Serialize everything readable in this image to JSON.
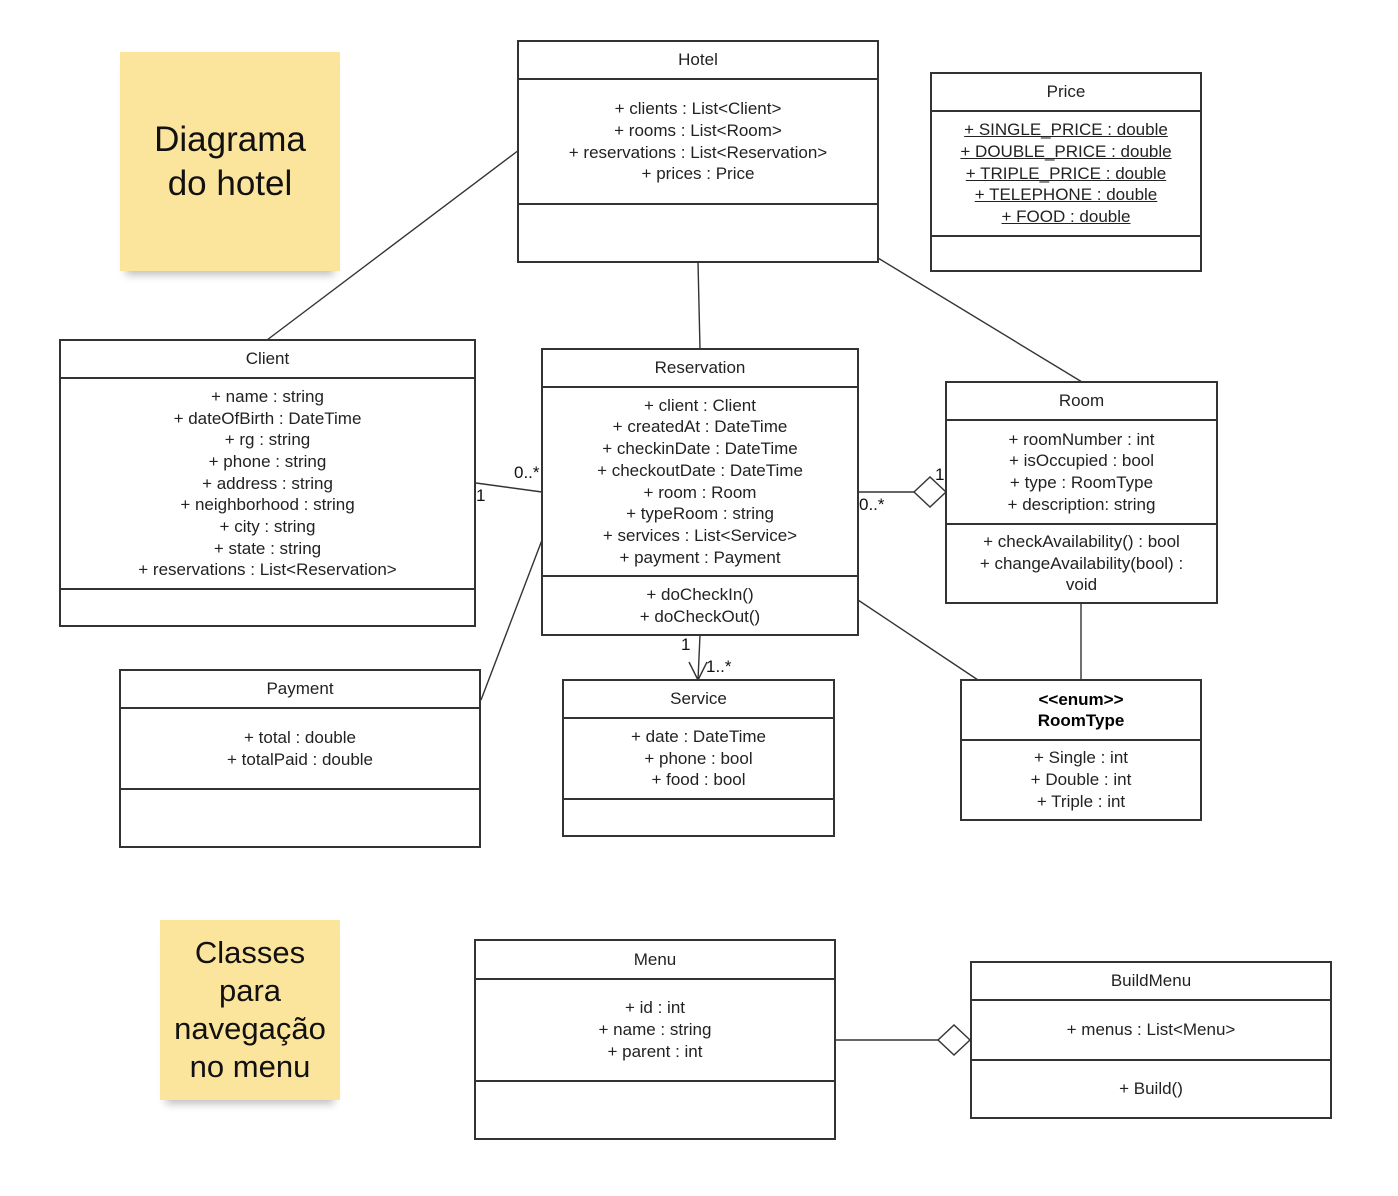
{
  "notes": {
    "diagram_title": "Diagrama\ndo hotel",
    "menu_note": "Classes\npara\nnavegação\nno menu"
  },
  "classes": {
    "hotel": {
      "name": "Hotel",
      "attributes": [
        "+ clients : List<Client>",
        "+ rooms : List<Room>",
        "+ reservations : List<Reservation>",
        "+ prices : Price"
      ],
      "methods": []
    },
    "price": {
      "name": "Price",
      "attributes": [
        "+ SINGLE_PRICE : double",
        "+ DOUBLE_PRICE : double",
        "+ TRIPLE_PRICE : double",
        "+ TELEPHONE : double",
        "+ FOOD : double"
      ],
      "methods": []
    },
    "client": {
      "name": "Client",
      "attributes": [
        "+ name : string",
        "+ dateOfBirth : DateTime",
        "+ rg : string",
        "+ phone : string",
        "+ address : string",
        "+ neighborhood : string",
        "+ city : string",
        "+ state : string",
        "+ reservations : List<Reservation>"
      ],
      "methods": []
    },
    "reservation": {
      "name": "Reservation",
      "attributes": [
        "+ client : Client",
        "+ createdAt : DateTime",
        "+ checkinDate : DateTime",
        "+ checkoutDate : DateTime",
        "+ room : Room",
        "+ typeRoom : string",
        "+ services : List<Service>",
        "+ payment : Payment"
      ],
      "methods": [
        "+ doCheckIn()",
        "+ doCheckOut()"
      ]
    },
    "room": {
      "name": "Room",
      "attributes": [
        "+ roomNumber : int",
        "+ isOccupied : bool",
        "+ type :  RoomType",
        "+ description: string"
      ],
      "methods": [
        "+ checkAvailability() : bool",
        "+ changeAvailability(bool) :",
        "void"
      ]
    },
    "payment": {
      "name": "Payment",
      "attributes": [
        "+ total : double",
        "+ totalPaid : double"
      ],
      "methods": []
    },
    "service": {
      "name": "Service",
      "attributes": [
        "+ date : DateTime",
        "+ phone : bool",
        "+ food : bool"
      ],
      "methods": []
    },
    "roomtype": {
      "stereotype": "<<enum>>",
      "name": "RoomType",
      "attributes": [
        "+ Single : int",
        "+ Double : int",
        "+ Triple : int"
      ]
    },
    "menu": {
      "name": "Menu",
      "attributes": [
        "+ id : int",
        "+ name : string",
        "+ parent : int"
      ],
      "methods": []
    },
    "buildmenu": {
      "name": "BuildMenu",
      "attributes": [
        "+ menus : List<Menu>"
      ],
      "methods": [
        "+ Build()"
      ]
    }
  },
  "multiplicities": {
    "client_reservation_client_end": "1",
    "client_reservation_reservation_end": "0..*",
    "reservation_room_reservation_end": "0..*",
    "reservation_room_room_end": "1",
    "reservation_service_reservation_end": "1",
    "reservation_service_service_end": "1..*"
  }
}
